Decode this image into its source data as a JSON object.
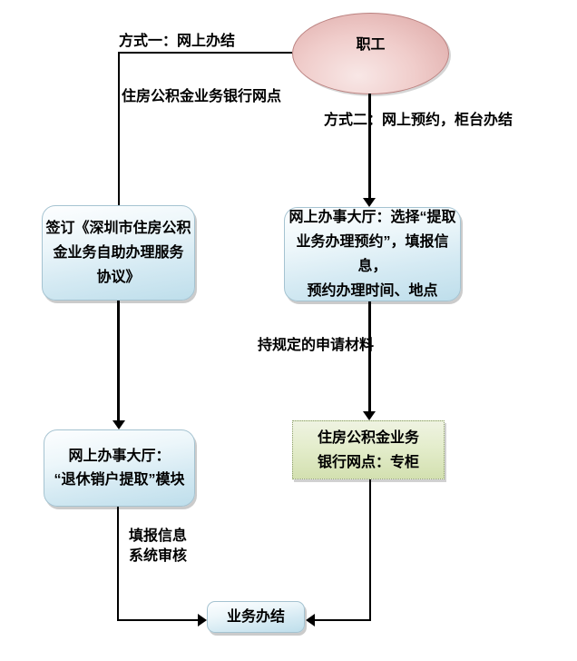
{
  "diagram": {
    "ellipse": {
      "label": "职工"
    },
    "labels": {
      "method1": "方式一：网上办结",
      "bank_branch_path": "住房公积金业务银行网点",
      "method2": "方式二：网上预约，柜台办结",
      "materials": "持规定的申请材料",
      "fill_info": "填报信息",
      "system_review": "系统审核"
    },
    "boxes": {
      "sign_agreement": {
        "lines": [
          "签订《深圳市住房公积",
          "金业务自助办理服务",
          "协议》"
        ]
      },
      "online_hall_reserve": {
        "lines": [
          "网上办事大厅：选择“提取",
          "业务办理预约”，填报信息，",
          "预约办理时间、地点"
        ]
      },
      "online_hall_module": {
        "lines": [
          "网上办事大厅：",
          "“退休销户提取”模块"
        ]
      },
      "bank_counter": {
        "lines": [
          "住房公积金业务",
          "银行网点：专柜"
        ]
      },
      "complete": {
        "label": "业务办结"
      }
    },
    "colors": {
      "ellipse_fill": "#f0cdcb",
      "blue_box_fill": "#d5eaf3",
      "green_box_fill": "#e4edcc",
      "connector": "#000000",
      "background": "#ffffff",
      "text": "#000000"
    }
  }
}
